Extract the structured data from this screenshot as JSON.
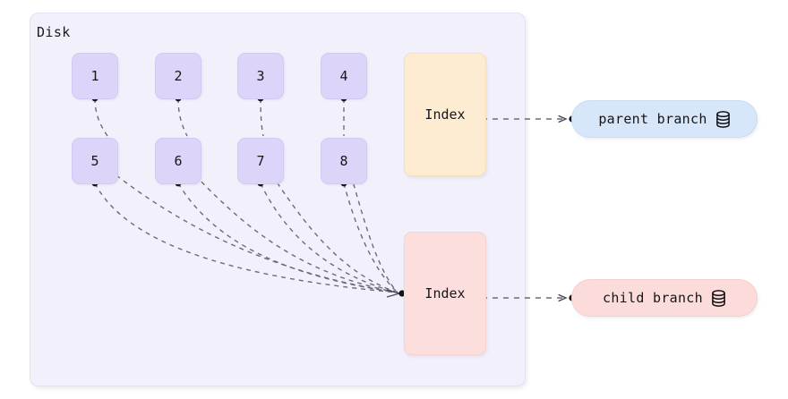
{
  "diagram": {
    "type": "storage-branching-diagram",
    "background_color": "#ffffff"
  },
  "disk": {
    "label": "Disk",
    "fill_color": "#f1f0fb",
    "border_color": "#e3e1f5"
  },
  "pages": {
    "fill_color": "#ddd4fa",
    "row_top": [
      {
        "label": "1"
      },
      {
        "label": "2"
      },
      {
        "label": "3"
      },
      {
        "label": "4"
      }
    ],
    "row_bottom": [
      {
        "label": "5"
      },
      {
        "label": "6"
      },
      {
        "label": "7"
      },
      {
        "label": "8"
      }
    ]
  },
  "indexes": [
    {
      "label": "Index",
      "role": "parent-index",
      "fill_color": "#fdecd2",
      "border_color": "#f7dfbc"
    },
    {
      "label": "Index",
      "role": "child-index",
      "fill_color": "#fcdfdd",
      "border_color": "#f8d2cf"
    }
  ],
  "branches": [
    {
      "label": "parent branch",
      "icon": "database-icon",
      "fill_color": "#d7e6f9",
      "border_color": "#c8dcf4"
    },
    {
      "label": "child branch",
      "icon": "database-icon",
      "fill_color": "#fbdcdb",
      "border_color": "#f6cecb"
    }
  ],
  "edges": {
    "style": "dashed",
    "color": "#6b6b7b",
    "connections": [
      {
        "from": "1",
        "to": "5"
      },
      {
        "from": "2",
        "to": "6"
      },
      {
        "from": "3",
        "to": "7"
      },
      {
        "from": "4",
        "to": "8"
      },
      {
        "from": "1",
        "to": "child-index"
      },
      {
        "from": "2",
        "to": "child-index"
      },
      {
        "from": "3",
        "to": "child-index"
      },
      {
        "from": "4",
        "to": "child-index"
      },
      {
        "from": "5",
        "to": "child-index"
      },
      {
        "from": "6",
        "to": "child-index"
      },
      {
        "from": "7",
        "to": "child-index"
      },
      {
        "from": "8",
        "to": "child-index"
      },
      {
        "from": "parent-index",
        "to": "parent branch"
      },
      {
        "from": "child-index",
        "to": "child branch"
      }
    ]
  }
}
